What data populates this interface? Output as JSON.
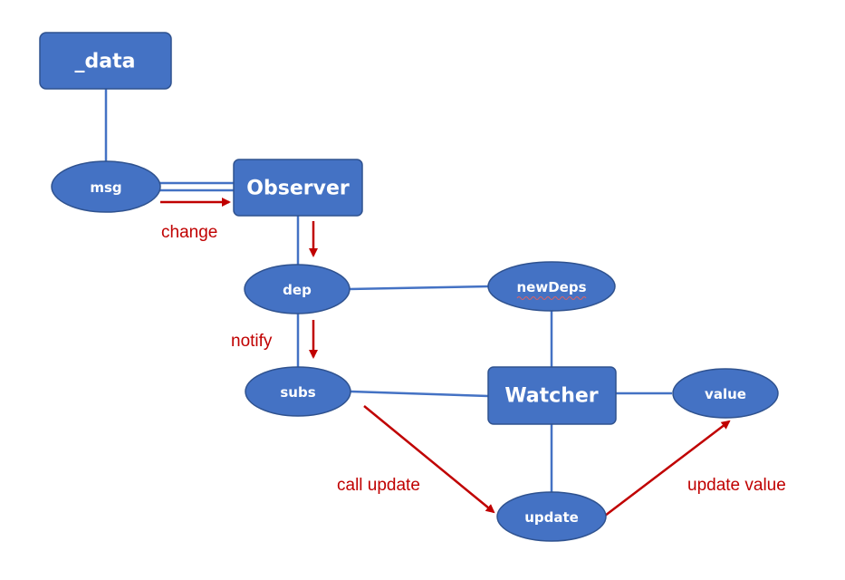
{
  "nodes": {
    "data": "_data",
    "msg": "msg",
    "observer": "Observer",
    "dep": "dep",
    "newdeps": "newDeps",
    "subs": "subs",
    "watcher": "Watcher",
    "value": "value",
    "update": "update"
  },
  "flows": {
    "change": "change",
    "notify": "notify",
    "call_update": "call update",
    "update_value": "update value"
  },
  "colors": {
    "node_fill": "#4472c4",
    "node_border": "#2f528f",
    "connector": "#4472c4",
    "flow": "#c00000",
    "node_text": "#ffffff"
  }
}
